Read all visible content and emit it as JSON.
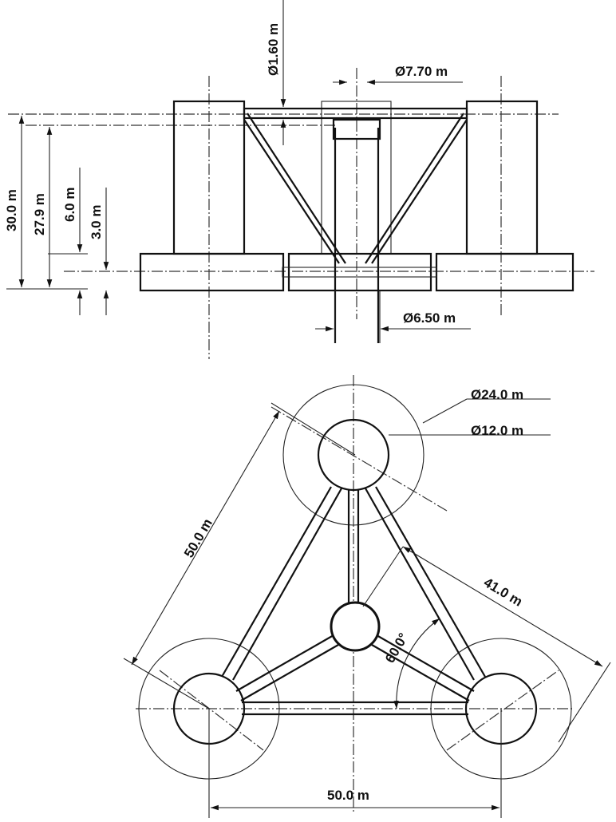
{
  "elevation_view": {
    "dim_brace_diameter": "Ø1.60 m",
    "dim_center_column_top_diameter": "Ø7.70 m",
    "dim_total_height": "30.0 m",
    "dim_column_height": "27.9 m",
    "dim_pontoon_height": "6.0 m",
    "dim_half_pontoon": "3.0 m",
    "dim_center_column_diameter": "Ø6.50 m"
  },
  "plan_view": {
    "dim_outer_diameter": "Ø24.0 m",
    "dim_inner_diameter": "Ø12.0 m",
    "dim_side_length": "50.0 m",
    "dim_center_to_column": "41.0 m",
    "dim_angle": "60.0°",
    "dim_base_length": "50.0 m"
  }
}
